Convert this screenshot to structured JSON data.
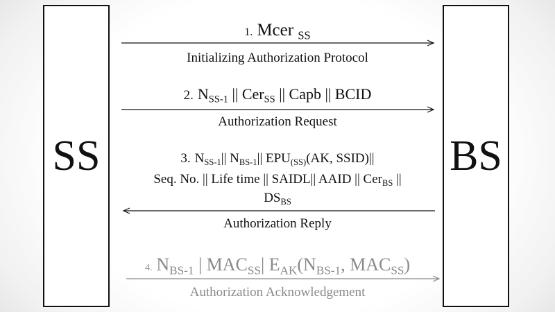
{
  "entities": {
    "left": "SS",
    "right": "BS"
  },
  "messages": [
    {
      "step": "1.",
      "lines": [
        [
          {
            "t": "Mcer "
          },
          {
            "t": "SS",
            "sub": true
          }
        ]
      ],
      "caption": "Initializing Authorization Protocol",
      "direction": "right"
    },
    {
      "step": "2.",
      "lines": [
        [
          {
            "t": "N"
          },
          {
            "t": "SS-1",
            "sub": true
          },
          {
            "t": " || Cer"
          },
          {
            "t": "SS",
            "sub": true
          },
          {
            "t": " || Capb || BCID"
          }
        ]
      ],
      "caption": "Authorization Request",
      "direction": "right"
    },
    {
      "step": "3.",
      "lines": [
        [
          {
            "t": "N"
          },
          {
            "t": "SS-1",
            "sub": true
          },
          {
            "t": "|| N"
          },
          {
            "t": "BS-1",
            "sub": true
          },
          {
            "t": "|| EPU"
          },
          {
            "t": "(SS)",
            "sub": true
          },
          {
            "t": "(AK, SSID)||"
          }
        ],
        [
          {
            "t": "Seq. No. || Life time || SAIDL|| AAID || Cer"
          },
          {
            "t": "BS",
            "sub": true
          },
          {
            "t": " ||"
          }
        ],
        [
          {
            "t": "DS"
          },
          {
            "t": "BS",
            "sub": true
          }
        ]
      ],
      "caption": "Authorization Reply",
      "direction": "left"
    },
    {
      "step": "4.",
      "lines": [
        [
          {
            "t": "N"
          },
          {
            "t": "BS-1",
            "sub": true
          },
          {
            "t": " | MAC"
          },
          {
            "t": "SS",
            "sub": true
          },
          {
            "t": "| E"
          },
          {
            "t": "AK",
            "sub": true
          },
          {
            "t": "(N"
          },
          {
            "t": "BS-1",
            "sub": true
          },
          {
            "t": ", MAC"
          },
          {
            "t": "SS",
            "sub": true
          },
          {
            "t": ")"
          }
        ]
      ],
      "caption": "Authorization Acknowledgement",
      "direction": "right"
    }
  ],
  "colors": {
    "line": "#111111",
    "faded": "#8a8a8a"
  }
}
